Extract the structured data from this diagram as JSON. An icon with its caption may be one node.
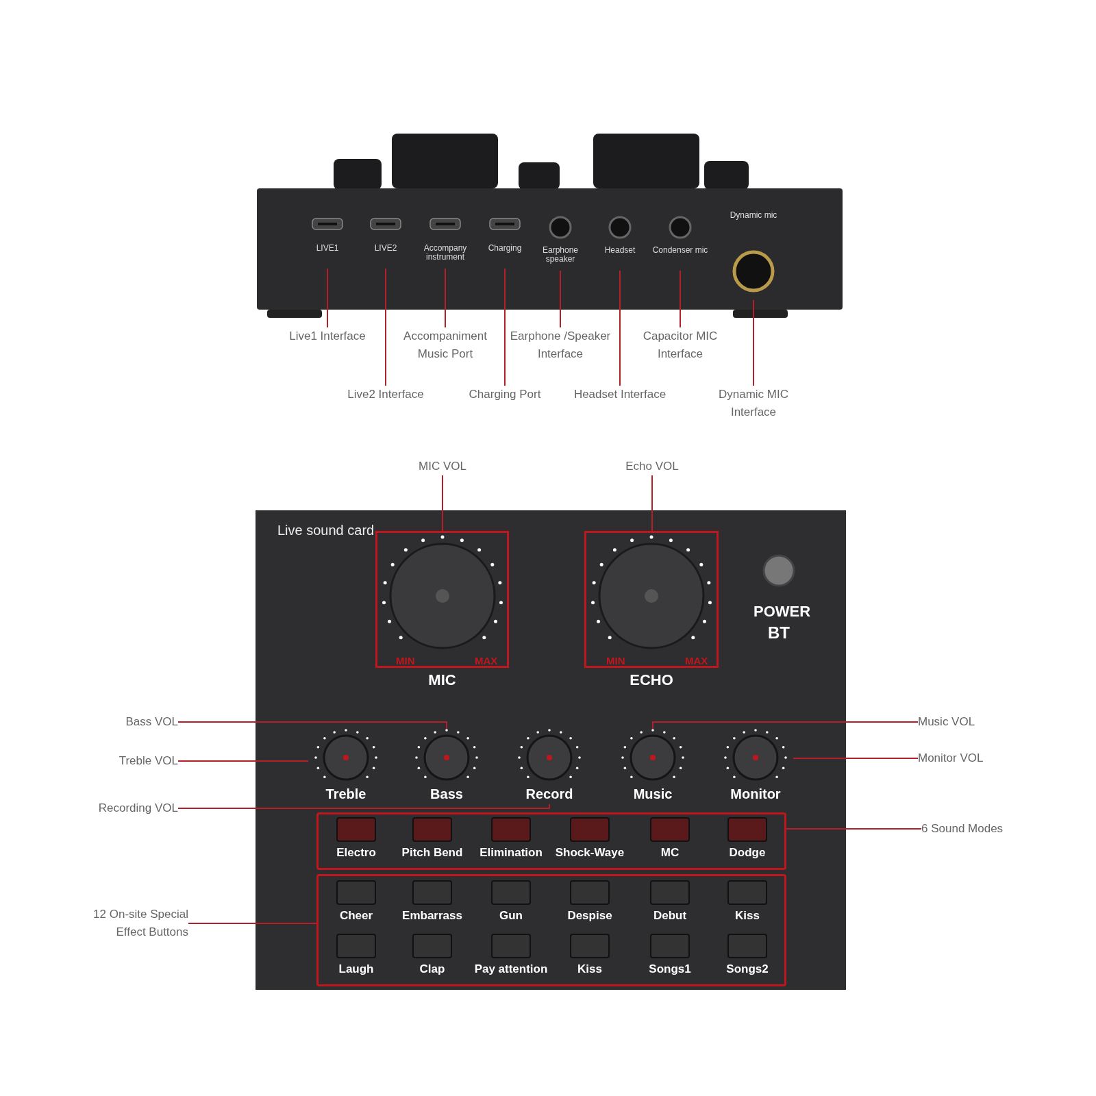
{
  "diagram": {
    "nodes": [
      {
        "text": [],
        "shape": "box"
      },
      {
        "text": [
          "LIVE1"
        ],
        "in": 0
      },
      {
        "text": [
          "LIVE2"
        ],
        "in": 0
      },
      {
        "text": [
          "Accompany instrument"
        ],
        "in": 0
      },
      {
        "text": [
          "Charging"
        ],
        "in": 0
      },
      {
        "text": [
          "Earphone speaker"
        ],
        "in": 0
      },
      {
        "text": [
          "Headset"
        ],
        "in": 0
      },
      {
        "text": [
          "Condenser mic"
        ],
        "in": 0
      },
      {
        "text": [
          "Dynamic mic"
        ],
        "in": 0
      },
      {
        "text": [
          "Live1 Interface"
        ]
      },
      {
        "text": [
          "Live2 Interface"
        ]
      },
      {
        "text": [
          "Accompaniment Music Port"
        ]
      },
      {
        "text": [
          "Charging Port"
        ]
      },
      {
        "text": [
          "Earphone /Speaker Interface"
        ]
      },
      {
        "text": [
          "Headset Interface"
        ]
      },
      {
        "text": [
          "Capacitor MIC Interface"
        ]
      },
      {
        "text": [
          "Dynamic MIC Interface"
        ]
      },
      {
        "text": [
          "Live sound card"
        ]
      },
      {
        "text": [
          "MIC"
        ],
        "in": 17
      },
      {
        "text": [
          "ECHO"
        ],
        "in": 17
      },
      {
        "text": [
          "MIC VOL"
        ]
      },
      {
        "text": [
          "Echo VOL"
        ]
      },
      {
        "text": [
          "Treble"
        ],
        "in": 17
      },
      {
        "text": [
          "Bass"
        ],
        "in": 17
      },
      {
        "text": [
          "Record"
        ],
        "in": 17
      },
      {
        "text": [
          "Music"
        ],
        "in": 17
      },
      {
        "text": [
          "Monitor"
        ],
        "in": 17
      },
      {
        "text": [
          "Bass VOL"
        ]
      },
      {
        "text": [
          "Treble VOL"
        ]
      },
      {
        "text": [
          "Recording VOL"
        ]
      },
      {
        "text": [
          "Music VOL"
        ]
      },
      {
        "text": [
          "Monitor VOL"
        ]
      },
      {
        "text": [],
        "shape": "box",
        "in": 17
      },
      {
        "text": [
          "Electro"
        ],
        "in": 32
      },
      {
        "text": [
          "Pitch Bend"
        ],
        "in": 32
      },
      {
        "text": [
          "Elimination"
        ],
        "in": 32
      },
      {
        "text": [
          "Shock-Waye"
        ],
        "in": 32
      },
      {
        "text": [
          "MC"
        ],
        "in": 32
      },
      {
        "text": [
          "Dodge"
        ],
        "in": 32
      },
      {
        "text": [
          "6 Sound Modes"
        ]
      },
      {
        "text": [],
        "shape": "box",
        "in": 17
      },
      {
        "text": [
          "Cheer"
        ],
        "in": 40
      },
      {
        "text": [
          "Embarrass"
        ],
        "in": 40
      },
      {
        "text": [
          "Gun"
        ],
        "in": 40
      },
      {
        "text": [
          "Despise"
        ],
        "in": 40
      },
      {
        "text": [
          "Debut"
        ],
        "in": 40
      },
      {
        "text": [
          "Kiss"
        ],
        "in": 40
      },
      {
        "text": [
          "Laugh"
        ],
        "in": 40
      },
      {
        "text": [
          "Clap"
        ],
        "in": 40
      },
      {
        "text": [
          "Pay attention"
        ],
        "in": 40
      },
      {
        "text": [
          "Kiss"
        ],
        "in": 40
      },
      {
        "text": [
          "Songs1"
        ],
        "in": 40
      },
      {
        "text": [
          "Songs2"
        ],
        "in": 40
      },
      {
        "text": [
          "12 On-site Special Effect Buttons"
        ]
      }
    ],
    "edges": [
      {
        "from": 9,
        "to": 1,
        "arrow": "none"
      },
      {
        "from": 10,
        "to": 2,
        "arrow": "none"
      },
      {
        "from": 11,
        "to": 3,
        "arrow": "none"
      },
      {
        "from": 12,
        "to": 4,
        "arrow": "none"
      },
      {
        "from": 13,
        "to": 5,
        "arrow": "none"
      },
      {
        "from": 14,
        "to": 6,
        "arrow": "none"
      },
      {
        "from": 15,
        "to": 7,
        "arrow": "none"
      },
      {
        "from": 16,
        "to": 8,
        "arrow": "none"
      },
      {
        "from": 20,
        "to": 18,
        "arrow": "none"
      },
      {
        "from": 21,
        "to": 19,
        "arrow": "none"
      },
      {
        "from": 27,
        "to": 23,
        "arrow": "none"
      },
      {
        "from": 28,
        "to": 22,
        "arrow": "none"
      },
      {
        "from": 29,
        "to": 24,
        "arrow": "none"
      },
      {
        "from": 30,
        "to": 25,
        "arrow": "none"
      },
      {
        "from": 31,
        "to": 26,
        "arrow": "none"
      },
      {
        "from": 39,
        "to": 32,
        "arrow": "none"
      },
      {
        "from": 53,
        "to": 40,
        "arrow": "none"
      }
    ],
    "labels": [
      "POWER",
      "BT",
      "MIN",
      "MAX",
      "MIN",
      "MAX"
    ]
  }
}
